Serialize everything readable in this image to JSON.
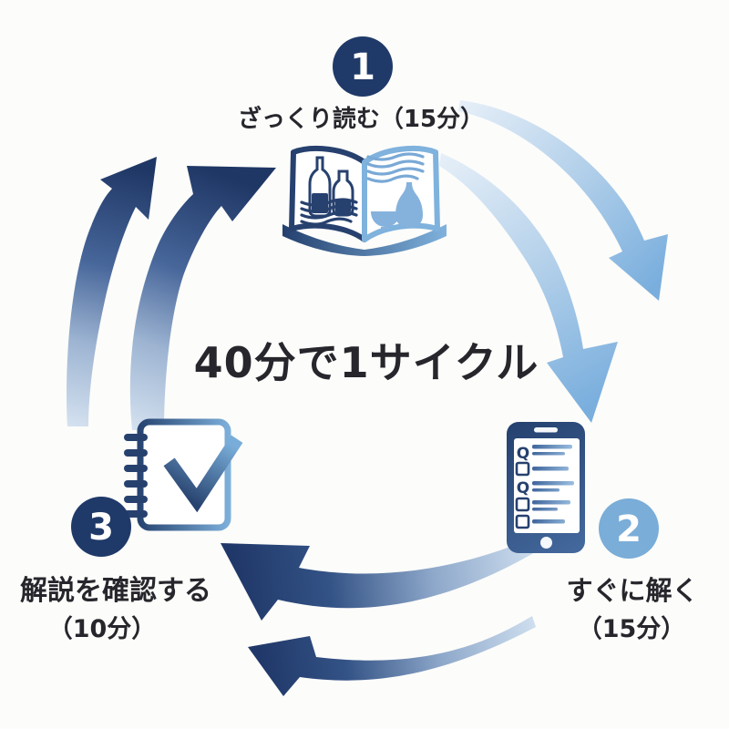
{
  "title": {
    "text": "40分で1サイクル"
  },
  "steps": [
    {
      "number": "1",
      "label": "ざっくり読む（15分）",
      "icon": "open-book-icon",
      "badge_color": "#1f3a69"
    },
    {
      "number": "2",
      "label_line1": "すぐに解く",
      "label_line2": "（15分）",
      "icon": "smartphone-quiz-icon",
      "badge_color": "#7aadd8"
    },
    {
      "number": "3",
      "label_line1": "解説を確認する",
      "label_line2": "（10分）",
      "icon": "notebook-check-icon",
      "badge_color": "#1f3a69"
    }
  ],
  "phone_screen": {
    "question_marker": "Q"
  },
  "arrows": [
    {
      "name": "step1-to-step2",
      "style": "light-blue-gradient",
      "count": 2
    },
    {
      "name": "step2-to-step3",
      "style": "light-to-navy-gradient",
      "count": 2
    },
    {
      "name": "step3-to-step1",
      "style": "light-to-navy-gradient",
      "count": 2
    }
  ],
  "colors": {
    "navy": "#1f3a69",
    "icon_navy": "#27416f",
    "light_blue": "#7aadd8",
    "pale_blue": "#dce9f5",
    "text": "#26262c",
    "background": "#fcfcfa"
  }
}
